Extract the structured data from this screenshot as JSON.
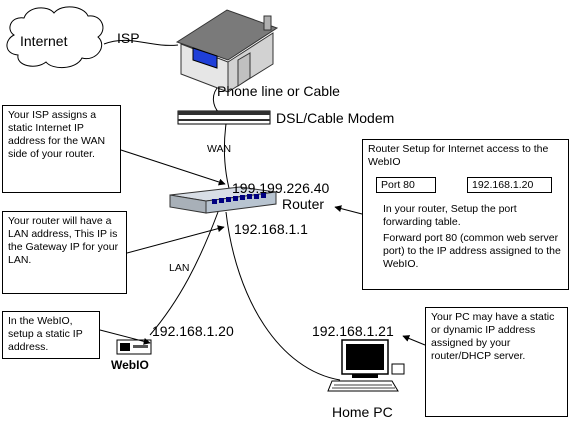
{
  "labels": {
    "internet": "Internet",
    "isp": "ISP",
    "phone_line": "Phone line or Cable",
    "modem": "DSL/Cable Modem",
    "wan": "WAN",
    "wan_ip": "199.199.226.40",
    "router": "Router",
    "lan_ip": "192.168.1.1",
    "lan": "LAN",
    "webio_ip": "192.168.1.20",
    "webio": "WebIO",
    "pc_ip": "192.168.1.21",
    "home_pc": "Home PC"
  },
  "boxes": {
    "isp_assign": "Your ISP assigns a static Internet IP address for the WAN side of your router.",
    "router_lan": "Your router will have a LAN address, This IP is the Gateway IP for your  LAN.",
    "webio_setup": "In the WebIO, setup a static IP address.",
    "pc_ip_info": "Your PC may have  a static or dynamic IP address assigned by your router/DHCP server.",
    "router_setup": {
      "title": "Router Setup for Internet access to the WebIO",
      "port_from": "Port 80",
      "port_to": "192.168.1.20",
      "line1": "In your router,  Setup the port forwarding table.",
      "line2": "Forward port 80 (common web server port)  to the IP address assigned to the WebIO."
    }
  },
  "colors": {
    "house_roof": "#7a7a7a",
    "house_window": "#1f3fd8",
    "router_body": "#b8c4d0",
    "router_port": "#000080"
  }
}
